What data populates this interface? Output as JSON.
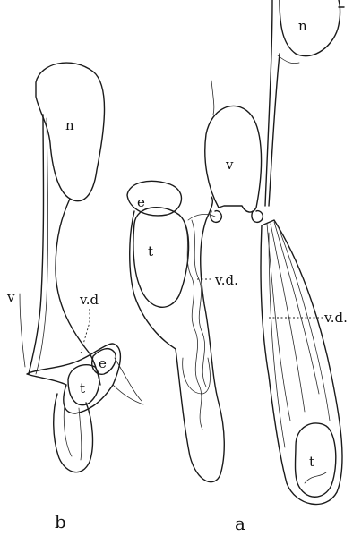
{
  "figure_b": {
    "caption": "b",
    "labels": {
      "n": "n",
      "v": "v",
      "vd": "v.d",
      "e": "e",
      "t": "t"
    }
  },
  "figure_a": {
    "caption": "a",
    "labels": {
      "n": "n",
      "v": "v",
      "e": "e",
      "t_left": "t",
      "vd_left": "v.d.",
      "vd_right": "v.d.",
      "t_right": "t"
    }
  }
}
